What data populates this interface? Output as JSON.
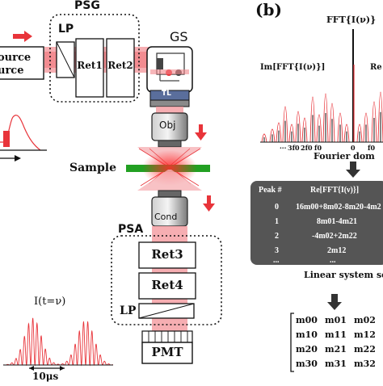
{
  "panel_b": {
    "label": "(b)"
  },
  "psg": {
    "label": "PSG"
  },
  "psa": {
    "label": "PSA"
  },
  "source": {
    "line1": "ource",
    "line2": "urce"
  },
  "optics": {
    "lp_top": "LP",
    "ret1": "Ret1",
    "ret2": "Ret2",
    "gs": "GS",
    "tl": "TL",
    "obj": "Obj",
    "sample": "Sample",
    "cond": "Cond",
    "ret3": "Ret3",
    "ret4": "Ret4",
    "lp_bottom": "LP",
    "pmt": "PMT"
  },
  "signal": {
    "title": "I(t=ν)",
    "scale": "10μs"
  },
  "fft": {
    "title": "FFT{I(ν)}",
    "im_label": "Im[FFT{I(ν)}]",
    "re_label_partial": "Re",
    "tick_3f0": "3f0",
    "tick_2f0": "2f0",
    "tick_f0": "f0",
    "tick_0": "0",
    "tick_f0_right": "f0",
    "tick_dots": "...",
    "axis_label": "Fourier dom"
  },
  "table": {
    "headers": [
      "Peak #",
      "Re[FFT{I(ν)}]"
    ],
    "rows": [
      [
        "0",
        "16m00+8m02-8m20-4m2"
      ],
      [
        "1",
        "8m01-4m21"
      ],
      [
        "2",
        "-4m02+2m22"
      ],
      [
        "3",
        "2m12"
      ],
      [
        "...",
        "..."
      ]
    ]
  },
  "linear": {
    "label": "Linear system sol"
  },
  "matrix": {
    "rows": [
      [
        "m00",
        "m01",
        "m02"
      ],
      [
        "m10",
        "m11",
        "m12"
      ],
      [
        "m20",
        "m21",
        "m22"
      ],
      [
        "m30",
        "m31",
        "m32"
      ]
    ]
  },
  "colors": {
    "beam": "#e8343a",
    "sample": "#22a022",
    "table_bg": "#555555",
    "dark": "#111111"
  }
}
